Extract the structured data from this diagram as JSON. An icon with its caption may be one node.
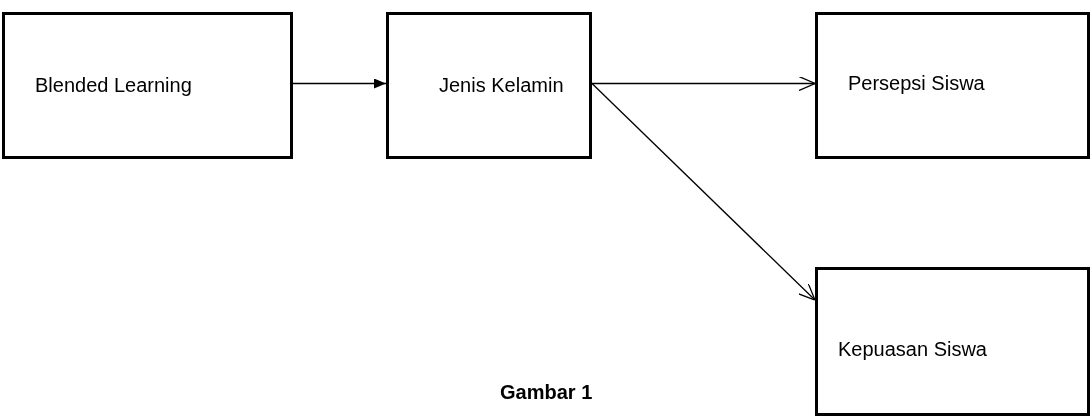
{
  "diagram": {
    "caption": "Gambar 1",
    "nodes": [
      {
        "text": [
          "Blended Learning"
        ]
      },
      {
        "text": [
          "Jenis Kelamin"
        ]
      },
      {
        "text": [
          "Persepsi Siswa"
        ]
      },
      {
        "text": [
          "Kepuasan Siswa"
        ]
      }
    ],
    "edges": [
      {
        "from": 0,
        "to": 1,
        "arrow": "to"
      },
      {
        "from": 1,
        "to": 2,
        "arrow": "to"
      },
      {
        "from": 1,
        "to": 3,
        "arrow": "to"
      }
    ]
  }
}
